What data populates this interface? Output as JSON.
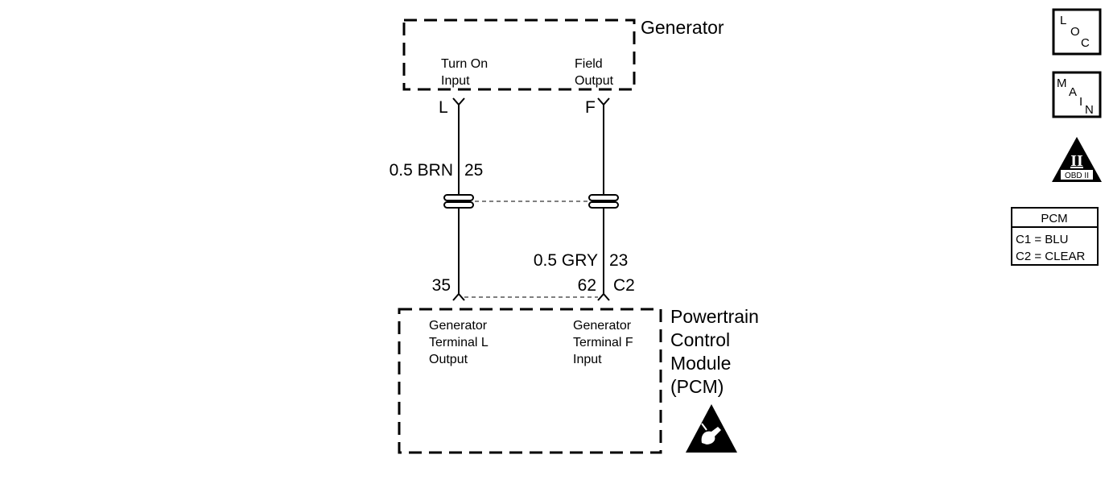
{
  "generator": {
    "title": "Generator",
    "pin_l_label_1": "Turn On",
    "pin_l_label_2": "Input",
    "pin_f_label_1": "Field",
    "pin_f_label_2": "Output",
    "terminal_l": "L",
    "terminal_f": "F"
  },
  "wires": {
    "left_upper": {
      "gauge_color": "0.5 BRN",
      "circuit": "25"
    },
    "right_lower": {
      "gauge_color": "0.5 GRY",
      "circuit": "23"
    },
    "left_pin": "35",
    "right_pin": "62",
    "connector": "C2"
  },
  "pcm": {
    "title_1": "Powertrain",
    "title_2": "Control",
    "title_3": "Module",
    "title_4": "(PCM)",
    "pin_l_label_1": "Generator",
    "pin_l_label_2": "Terminal L",
    "pin_l_label_3": "Output",
    "pin_f_label_1": "Generator",
    "pin_f_label_2": "Terminal F",
    "pin_f_label_3": "Input"
  },
  "icons": {
    "loc": {
      "l1": "L",
      "l2": "O",
      "l3": "C"
    },
    "main": {
      "l1": "M",
      "l2": "A",
      "l3": "I",
      "l4": "N"
    },
    "obd": {
      "numeral": "II",
      "caption": "OBD II"
    }
  },
  "legend": {
    "title": "PCM",
    "row1": "C1 = BLU",
    "row2": "C2 = CLEAR"
  }
}
